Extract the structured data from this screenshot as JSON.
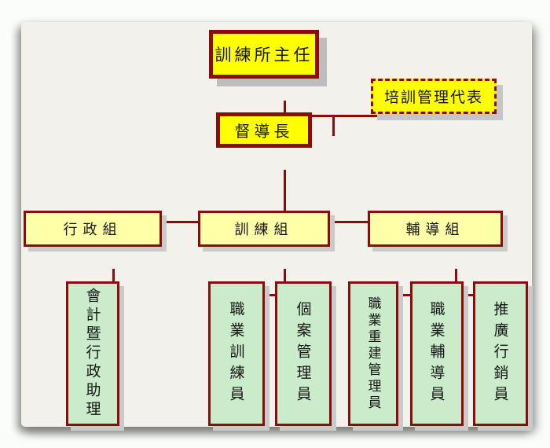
{
  "org_chart": {
    "root": {
      "label": "訓練所主任"
    },
    "management_rep": {
      "label": "培訓管理代表"
    },
    "supervisor": {
      "label": "督導長"
    },
    "divisions": [
      {
        "label": "行政組",
        "roles": [
          "會計暨行政助理"
        ]
      },
      {
        "label": "訓練組",
        "roles": [
          "職業訓練員",
          "個案管理員"
        ]
      },
      {
        "label": "輔導組",
        "roles": [
          "職業重建管理員",
          "職業輔導員",
          "推廣行銷員"
        ]
      }
    ]
  },
  "colors": {
    "box_border": "#8e0b0b",
    "connector_line": "#8e0b0b",
    "top_fill": "#ffff00",
    "division_fill": "#ffffa8",
    "role_fill": "#cbeccb",
    "panel_background": "#f2f1ec",
    "box_shadow": "#bdbdbd",
    "text": "#161616"
  }
}
